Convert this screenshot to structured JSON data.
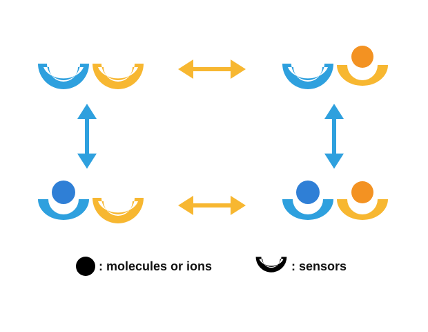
{
  "colors": {
    "sensor_blue": "#2ea0de",
    "sensor_yellow": "#f7b731",
    "molecule_blue": "#2f7fd6",
    "molecule_orange": "#f39222",
    "arrow_blue": "#2ea0de",
    "arrow_yellow": "#f7b731",
    "legend_black": "#000000"
  },
  "states": [
    {
      "id": "both-free",
      "left": {
        "color": "blue",
        "bound": false
      },
      "right": {
        "color": "yellow",
        "bound": false
      }
    },
    {
      "id": "yellow-bound",
      "left": {
        "color": "blue",
        "bound": false
      },
      "right": {
        "color": "yellow",
        "bound": true
      }
    },
    {
      "id": "blue-bound",
      "left": {
        "color": "blue",
        "bound": true
      },
      "right": {
        "color": "yellow",
        "bound": false
      }
    },
    {
      "id": "both-bound",
      "left": {
        "color": "blue",
        "bound": true
      },
      "right": {
        "color": "yellow",
        "bound": true
      }
    }
  ],
  "equilibria": [
    {
      "from": "both-free",
      "to": "yellow-bound",
      "color": "yellow"
    },
    {
      "from": "blue-bound",
      "to": "both-bound",
      "color": "yellow"
    },
    {
      "from": "both-free",
      "to": "blue-bound",
      "color": "blue"
    },
    {
      "from": "yellow-bound",
      "to": "both-bound",
      "color": "blue"
    }
  ],
  "legend": {
    "molecule_label": ": molecules or ions",
    "sensor_label": ": sensors"
  }
}
